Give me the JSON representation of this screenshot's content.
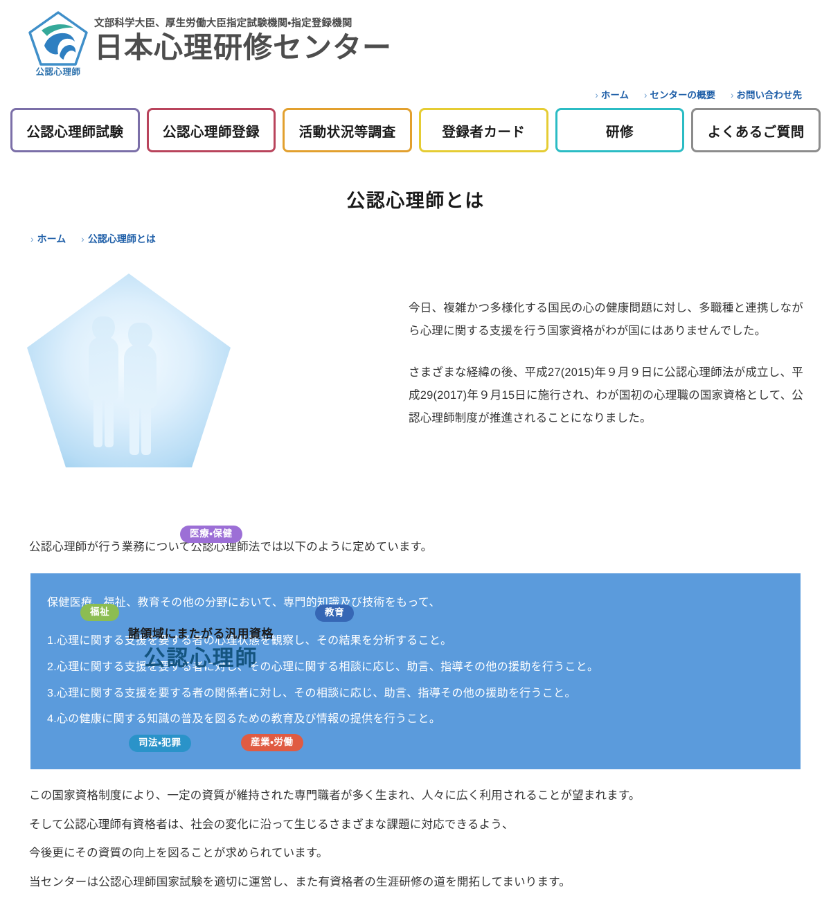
{
  "header": {
    "logo_caption": "公認心理師",
    "tagline": "文部科学大臣、厚生労働大臣指定試験機関・指定登録機関",
    "org_name": "日本心理研修センター",
    "logo_icon": "pentagon-swoosh-logo-icon"
  },
  "util_nav": {
    "items": [
      {
        "label": "ホーム"
      },
      {
        "label": "センターの概要"
      },
      {
        "label": "お問い合わせ先"
      }
    ]
  },
  "main_nav": {
    "items": [
      {
        "label": "公認心理師試験",
        "border_color": "#7b6fa8"
      },
      {
        "label": "公認心理師登録",
        "border_color": "#b9445c"
      },
      {
        "label": "活動状況等調査",
        "border_color": "#e2a02e"
      },
      {
        "label": "登録者カード",
        "border_color": "#e5cc33"
      },
      {
        "label": "研修",
        "border_color": "#2bbcc4"
      },
      {
        "label": "よくあるご質問",
        "border_color": "#8c8c8c"
      }
    ]
  },
  "page": {
    "title": "公認心理師とは"
  },
  "breadcrumb": {
    "home": "ホーム",
    "caret": "›",
    "current": "公認心理師とは"
  },
  "diagram": {
    "caption_sub": "諸領域にまたがる汎用資格",
    "caption_main": "公認心理師",
    "pills": [
      {
        "label": "医療・保健",
        "color": "#9c6fd6"
      },
      {
        "label": "福祉",
        "color": "#8cbd52"
      },
      {
        "label": "教育",
        "color": "#3667b5"
      },
      {
        "label": "司法・犯罪",
        "color": "#2a93c9"
      },
      {
        "label": "産業・労働",
        "color": "#e05b42"
      }
    ],
    "pentagon_fill_light": "#eaf4fd",
    "pentagon_fill_mid": "#cfe6f9",
    "pentagon_fill_deep": "#9fcdee",
    "figure_icon": "two-person-silhouette-icon"
  },
  "intro": {
    "paragraphs": [
      "今日、複雑かつ多様化する国民の心の健康問題に対し、多職種と連携しながら心理に関する支援を行う国家資格がわが国にはありませんでした。",
      "さまざまな経緯の後、平成27(2015)年９月９日に公認心理師法が成立し、平成29(2017)年９月15日に施行され、わが国初の心理職の国家資格として、公認心理師制度が推進されることになりました。"
    ]
  },
  "lead": {
    "text": "公認心理師が行う業務について公認心理師法では以下のように定めています。"
  },
  "callout": {
    "background_color": "#5b9bdc",
    "intro": "保健医療、福祉、教育その他の分野において、専門的知識及び技術をもって、",
    "items": [
      "1.心理に関する支援を要する者の心理状態を観察し、その結果を分析すること。",
      "2.心理に関する支援を要する者に対し、その心理に関する相談に応じ、助言、指導その他の援助を行うこと。",
      "3.心理に関する支援を要する者の関係者に対し、その相談に応じ、助言、指導その他の援助を行うこと。",
      "4.心の健康に関する知識の普及を図るための教育及び情報の提供を行うこと。"
    ]
  },
  "closing": {
    "lines": [
      "この国家資格制度により、一定の資質が維持された専門職者が多く生まれ、人々に広く利用されることが望まれます。",
      "そして公認心理師有資格者は、社会の変化に沿って生じるさまざまな課題に対応できるよう、",
      "今後更にその資質の向上を図ることが求められています。",
      "当センターは公認心理師国家試験を適切に運営し、また有資格者の生涯研修の道を開拓してまいります。"
    ]
  }
}
